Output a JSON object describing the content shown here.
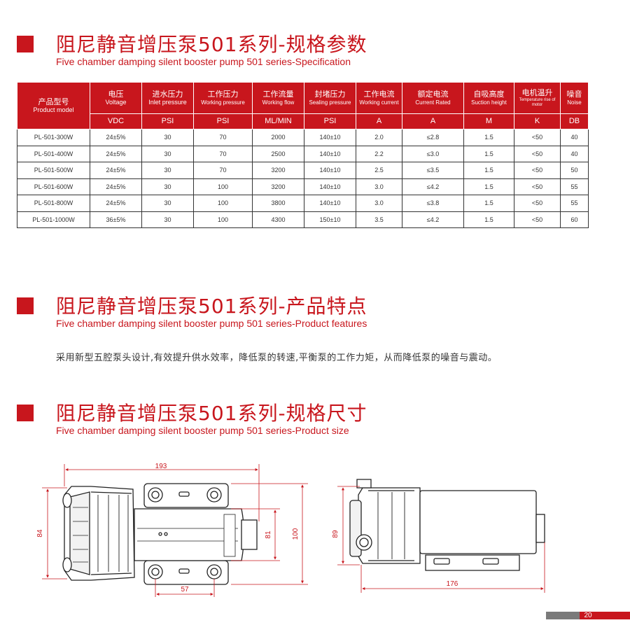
{
  "accent": "#c8161d",
  "sections": {
    "spec": {
      "title": "阻尼静音增压泵501系列-规格参数",
      "subtitle": "Five chamber damping silent booster pump 501 series-Specification"
    },
    "features": {
      "title": "阻尼静音增压泵501系列-产品特点",
      "subtitle": "Five chamber damping silent booster pump 501 series-Product features",
      "text": "采用新型五腔泵头设计,有效提升供水效率，降低泵的转速,平衡泵的工作力矩，从而降低泵的噪音与震动。"
    },
    "size": {
      "title": "阻尼静音增压泵501系列-规格尺寸",
      "subtitle": "Five chamber damping silent booster pump 501 series-Product size"
    }
  },
  "table": {
    "headers": [
      {
        "zh": "产品型号",
        "en": "Product model"
      },
      {
        "zh": "电压",
        "en": "Voltage"
      },
      {
        "zh": "进水压力",
        "en": "Inlet pressure"
      },
      {
        "zh": "工作压力",
        "en": "Working pressure"
      },
      {
        "zh": "工作流量",
        "en": "Working flow"
      },
      {
        "zh": "封堵压力",
        "en": "Sealing pressure"
      },
      {
        "zh": "工作电流",
        "en": "Working current"
      },
      {
        "zh": "额定电流",
        "en": "Current Rated"
      },
      {
        "zh": "自吸高度",
        "en": "Suction height"
      },
      {
        "zh": "电机温升",
        "en": "Temperature rise of motor"
      },
      {
        "zh": "噪音",
        "en": "Noise"
      }
    ],
    "units": [
      "VDC",
      "PSI",
      "PSI",
      "ML/MIN",
      "PSI",
      "A",
      "A",
      "M",
      "K",
      "DB"
    ],
    "rows": [
      [
        "PL-501-300W",
        "24±5%",
        "30",
        "70",
        "2000",
        "140±10",
        "2.0",
        "≤2.8",
        "1.5",
        "<50",
        "40"
      ],
      [
        "PL-501-400W",
        "24±5%",
        "30",
        "70",
        "2500",
        "140±10",
        "2.2",
        "≤3.0",
        "1.5",
        "<50",
        "40"
      ],
      [
        "PL-501-500W",
        "24±5%",
        "30",
        "70",
        "3200",
        "140±10",
        "2.5",
        "≤3.5",
        "1.5",
        "<50",
        "50"
      ],
      [
        "PL-501-600W",
        "24±5%",
        "30",
        "100",
        "3200",
        "140±10",
        "3.0",
        "≤4.2",
        "1.5",
        "<50",
        "55"
      ],
      [
        "PL-501-800W",
        "24±5%",
        "30",
        "100",
        "3800",
        "140±10",
        "3.0",
        "≤3.8",
        "1.5",
        "<50",
        "55"
      ],
      [
        "PL-501-1000W",
        "36±5%",
        "30",
        "100",
        "4300",
        "150±10",
        "3.5",
        "≤4.2",
        "1.5",
        "<50",
        "60"
      ]
    ]
  },
  "drawing": {
    "dims": {
      "length_front": "193",
      "height_front": "84",
      "mount_height": "81",
      "total_height": "100",
      "mount_spacing": "57",
      "side_height": "89",
      "side_length": "176"
    }
  },
  "page_number": "20"
}
